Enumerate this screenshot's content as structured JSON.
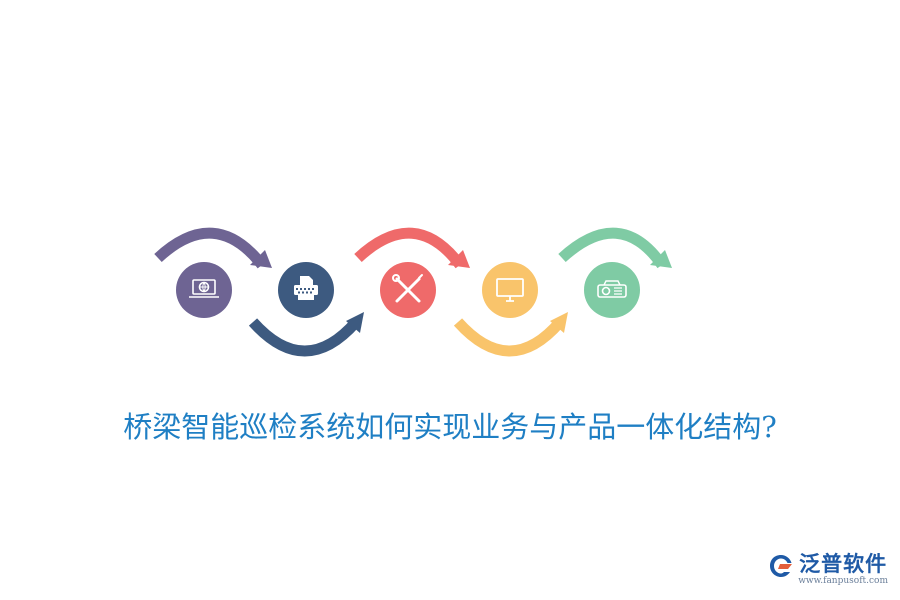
{
  "title": "桥梁智能巡检系统如何实现业务与产品一体化结构?",
  "steps": [
    {
      "icon": "laptop-globe-icon",
      "color": "#6e6493"
    },
    {
      "icon": "printer-icon",
      "color": "#3d5a80"
    },
    {
      "icon": "tools-icon",
      "color": "#ef6a6a"
    },
    {
      "icon": "monitor-icon",
      "color": "#f9c46b"
    },
    {
      "icon": "projector-icon",
      "color": "#7fcba4"
    }
  ],
  "brand": {
    "name": "泛普软件",
    "url": "www.fanpusoft.com",
    "logo_color": "#1f5aa6",
    "accent_color": "#e35d3a"
  },
  "title_color": "#1f7fc4"
}
